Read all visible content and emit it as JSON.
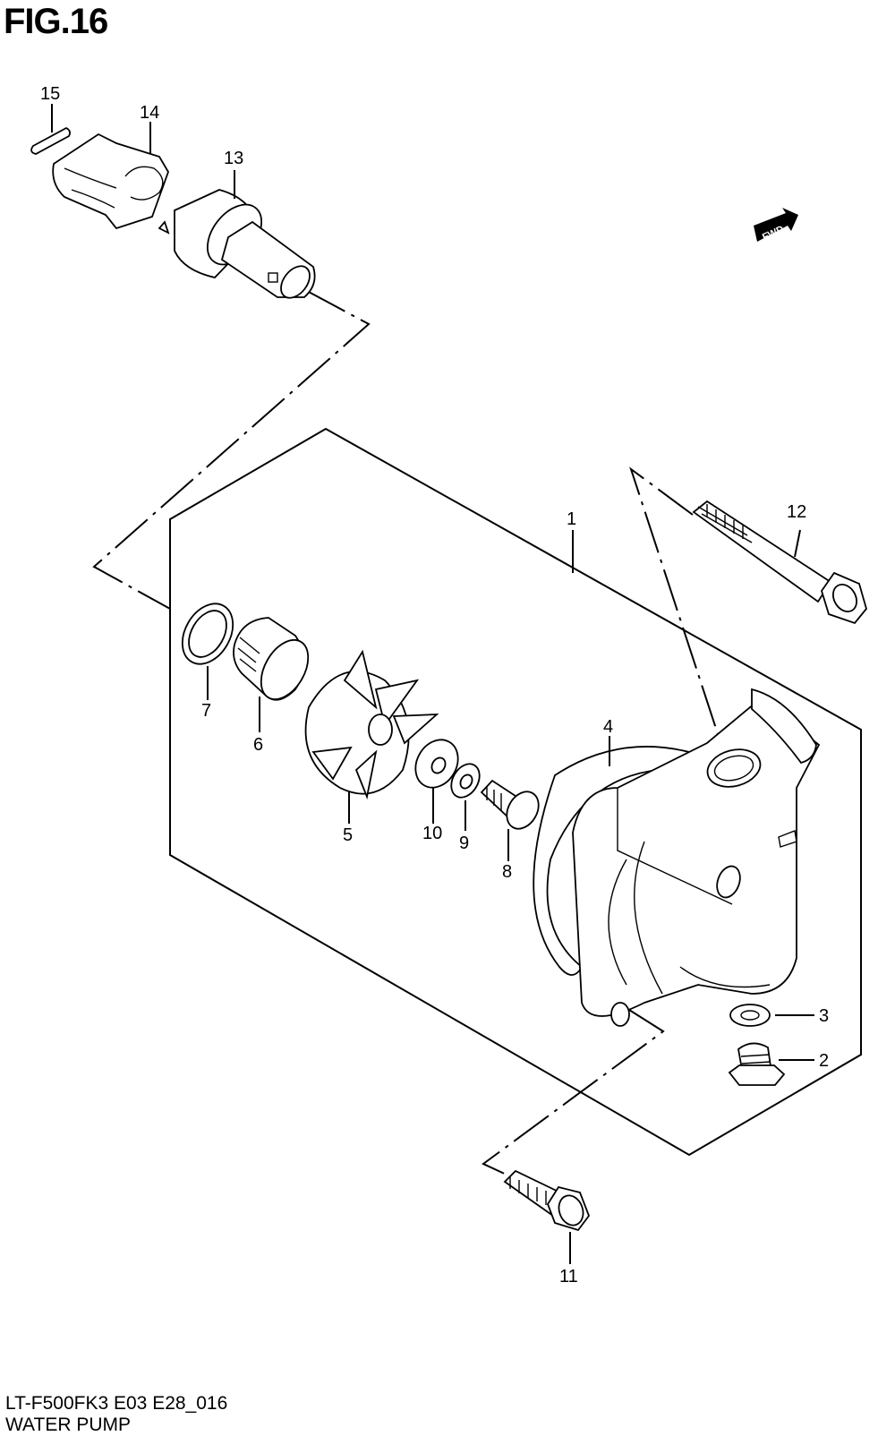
{
  "header": {
    "figure": "FIG.16"
  },
  "footer": {
    "model_code": "LT-F500FK3 E03 E28_016",
    "section": "WATER PUMP"
  },
  "fwd_badge": {
    "label": "FWD"
  },
  "callouts": [
    "1",
    "2",
    "3",
    "4",
    "5",
    "6",
    "7",
    "8",
    "9",
    "10",
    "11",
    "12",
    "13",
    "14",
    "15"
  ]
}
